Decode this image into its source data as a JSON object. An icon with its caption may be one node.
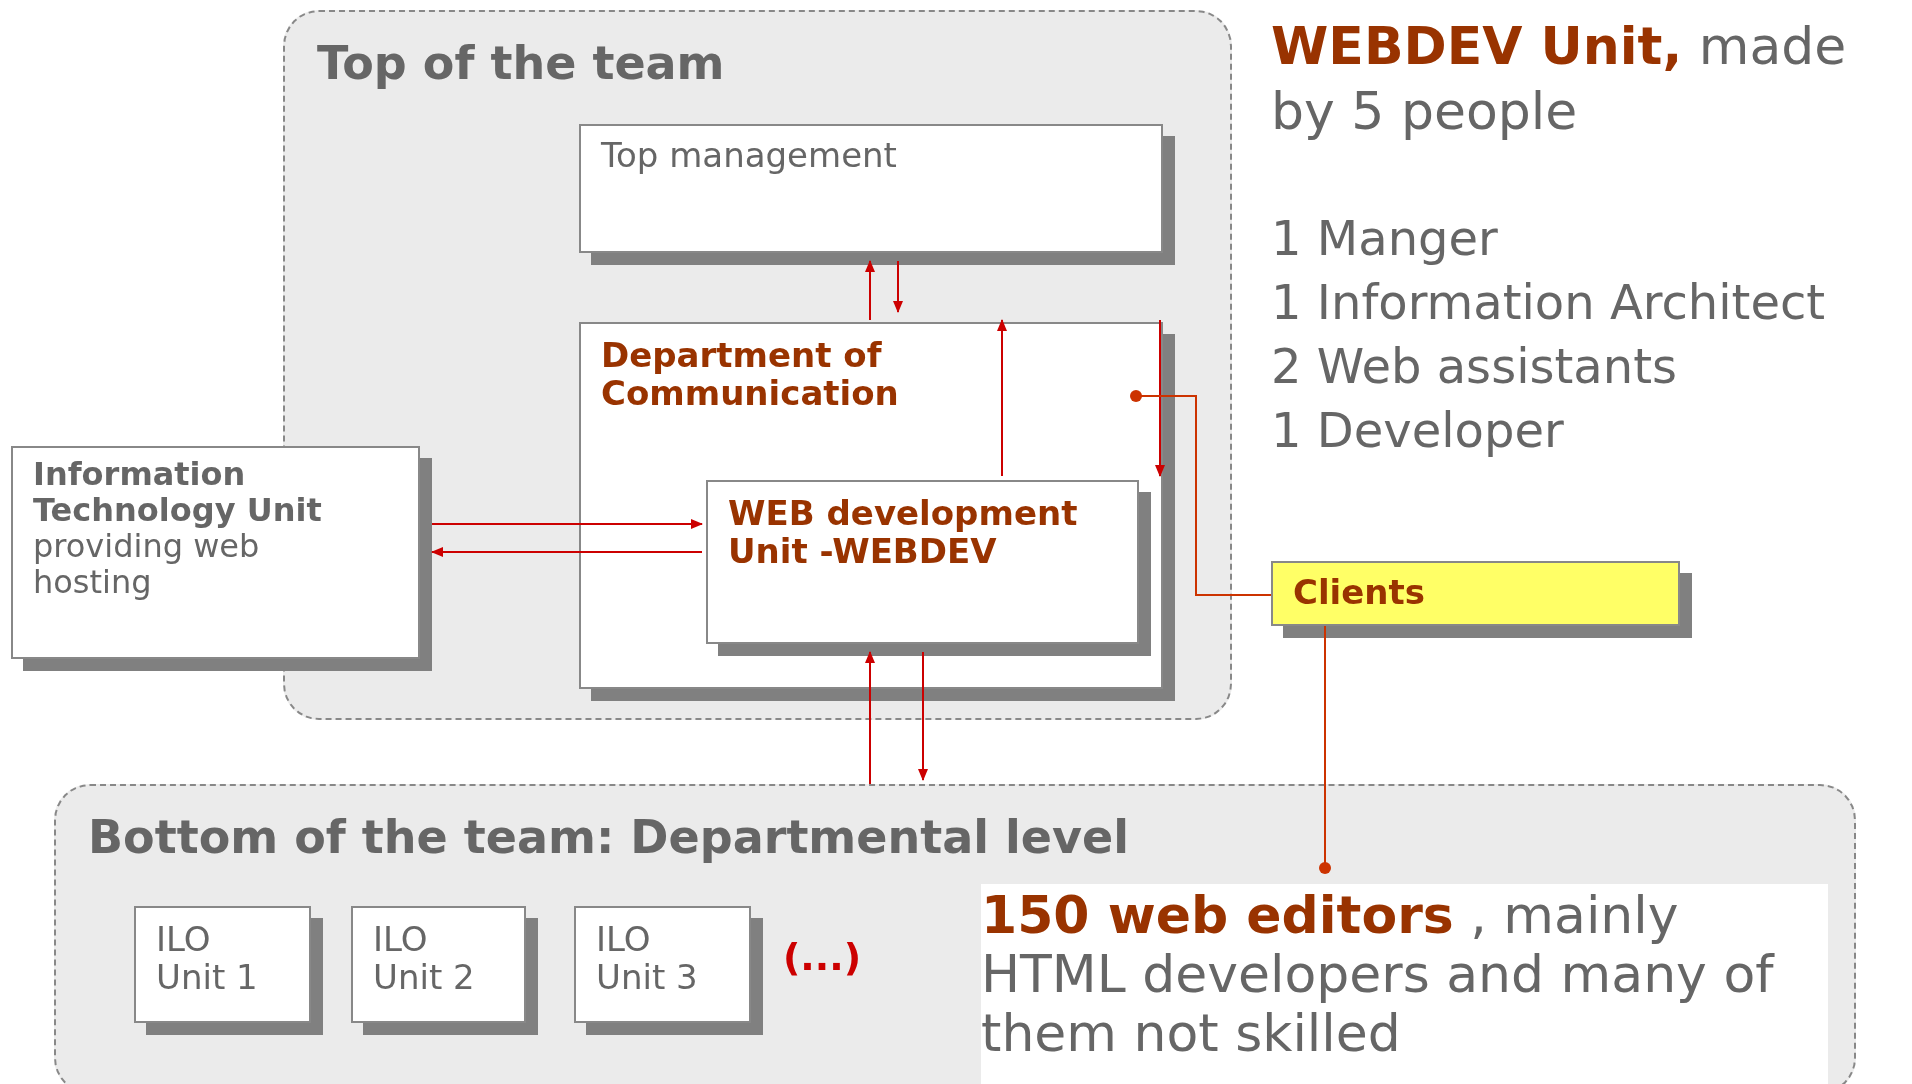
{
  "diagram": {
    "nodes": [
      {
        "text": [
          "Top of the team"
        ]
      },
      {
        "text": [
          "Top management"
        ],
        "in": 0
      },
      {
        "text": [
          "Department of Communication"
        ],
        "in": 0
      },
      {
        "text": [
          "WEB development Unit -WEBDEV"
        ],
        "in": 2
      },
      {
        "text": [
          "Information Technology Unit",
          "providing web hosting"
        ]
      },
      {
        "text": [
          "Clients"
        ]
      },
      {
        "text": [
          "Bottom of the team: Departmental level"
        ]
      },
      {
        "text": [
          "ILO Unit 1"
        ],
        "in": 6
      },
      {
        "text": [
          "ILO Unit 2"
        ],
        "in": 6
      },
      {
        "text": [
          "ILO Unit 3"
        ],
        "in": 6
      },
      {
        "text": [
          "**150 web editors** , mainly HTML developers and many of them not skilled"
        ],
        "in": 6
      }
    ],
    "edges": [
      {
        "from": 2,
        "to": 1,
        "arrow": "to"
      },
      {
        "from": 1,
        "to": 2,
        "arrow": "to"
      },
      {
        "from": 3,
        "to": 2,
        "arrow": "to"
      },
      {
        "from": 2,
        "to": 3,
        "arrow": "to"
      },
      {
        "from": 4,
        "to": 3,
        "arrow": "to"
      },
      {
        "from": 3,
        "to": 4,
        "arrow": "to"
      },
      {
        "from": 6,
        "to": 3,
        "arrow": "to"
      },
      {
        "from": 3,
        "to": 6,
        "arrow": "to"
      },
      {
        "from": 2,
        "to": 5,
        "arrow": "other",
        "color": "#cc3300"
      },
      {
        "from": 5,
        "to": 10,
        "arrow": "other",
        "color": "#cc3300"
      }
    ],
    "labels": [
      "**WEBDEV Unit,** made by 5 people",
      "1 Manger",
      "1 Information Architect",
      "2 Web assistants",
      "1 Developer",
      "(...)"
    ]
  }
}
